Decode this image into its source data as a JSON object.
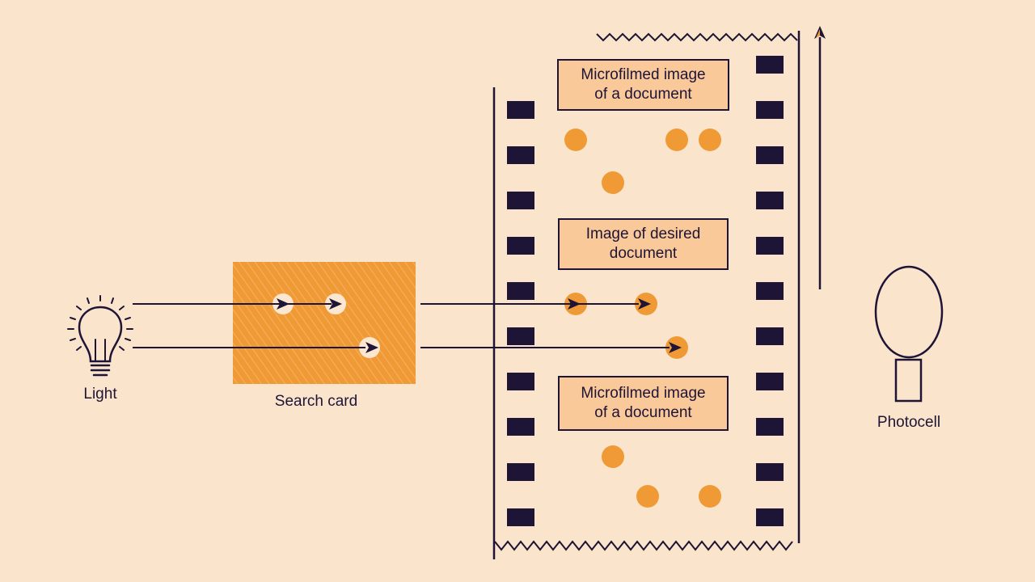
{
  "labels": {
    "light": "Light",
    "search_card": "Search card",
    "photocell": "Photocell"
  },
  "film_frames": [
    {
      "line1": "Microfilmed image",
      "line2": "of a document"
    },
    {
      "line1": "Image of desired",
      "line2": "document"
    },
    {
      "line1": "Microfilmed image",
      "line2": "of a document"
    }
  ],
  "colors": {
    "background": "#fae4cc",
    "ink": "#1e1436",
    "orange": "#f09a36",
    "box_fill": "#f9c99a",
    "hole_light": "#fbe6d0"
  },
  "icons": [
    "light-bulb-icon",
    "photocell-icon",
    "direction-arrow-icon"
  ]
}
